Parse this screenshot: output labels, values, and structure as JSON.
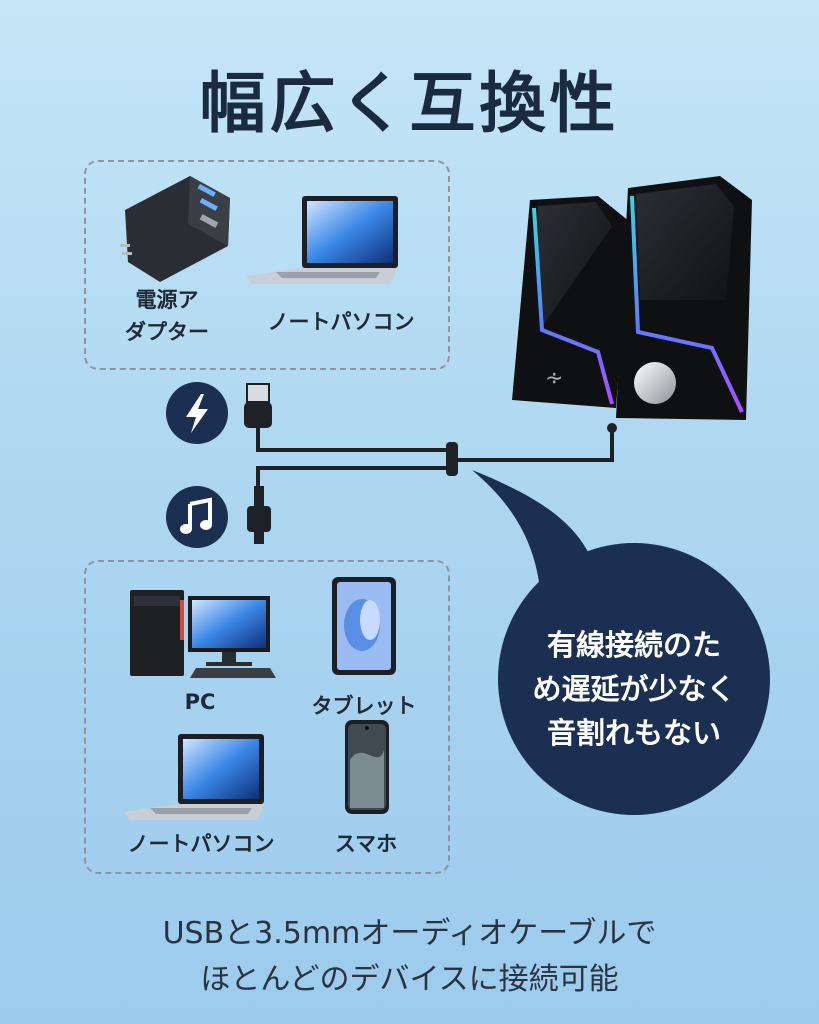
{
  "title": "幅広く互換性",
  "power_group": {
    "adapter_label": "電源ア\nダプター",
    "laptop_label": "ノートパソコン"
  },
  "audio_group": {
    "pc_label": "PC",
    "tablet_label": "タブレット",
    "laptop_label": "ノートパソコン",
    "phone_label": "スマホ"
  },
  "icons": {
    "power": "lightning-bolt-icon",
    "audio": "music-note-icon"
  },
  "bubble_text": "有線接続のた\nめ遅延が少なく\n音割れもない",
  "footer_text": "USBと3.5mmオーディオケーブルで\nほとんどのデバイスに接続可能",
  "colors": {
    "navy": "#1b2f52",
    "title": "#1a2b40",
    "accent_rgb_left": "#38d6e0",
    "accent_rgb_right": "#9a4cff"
  }
}
